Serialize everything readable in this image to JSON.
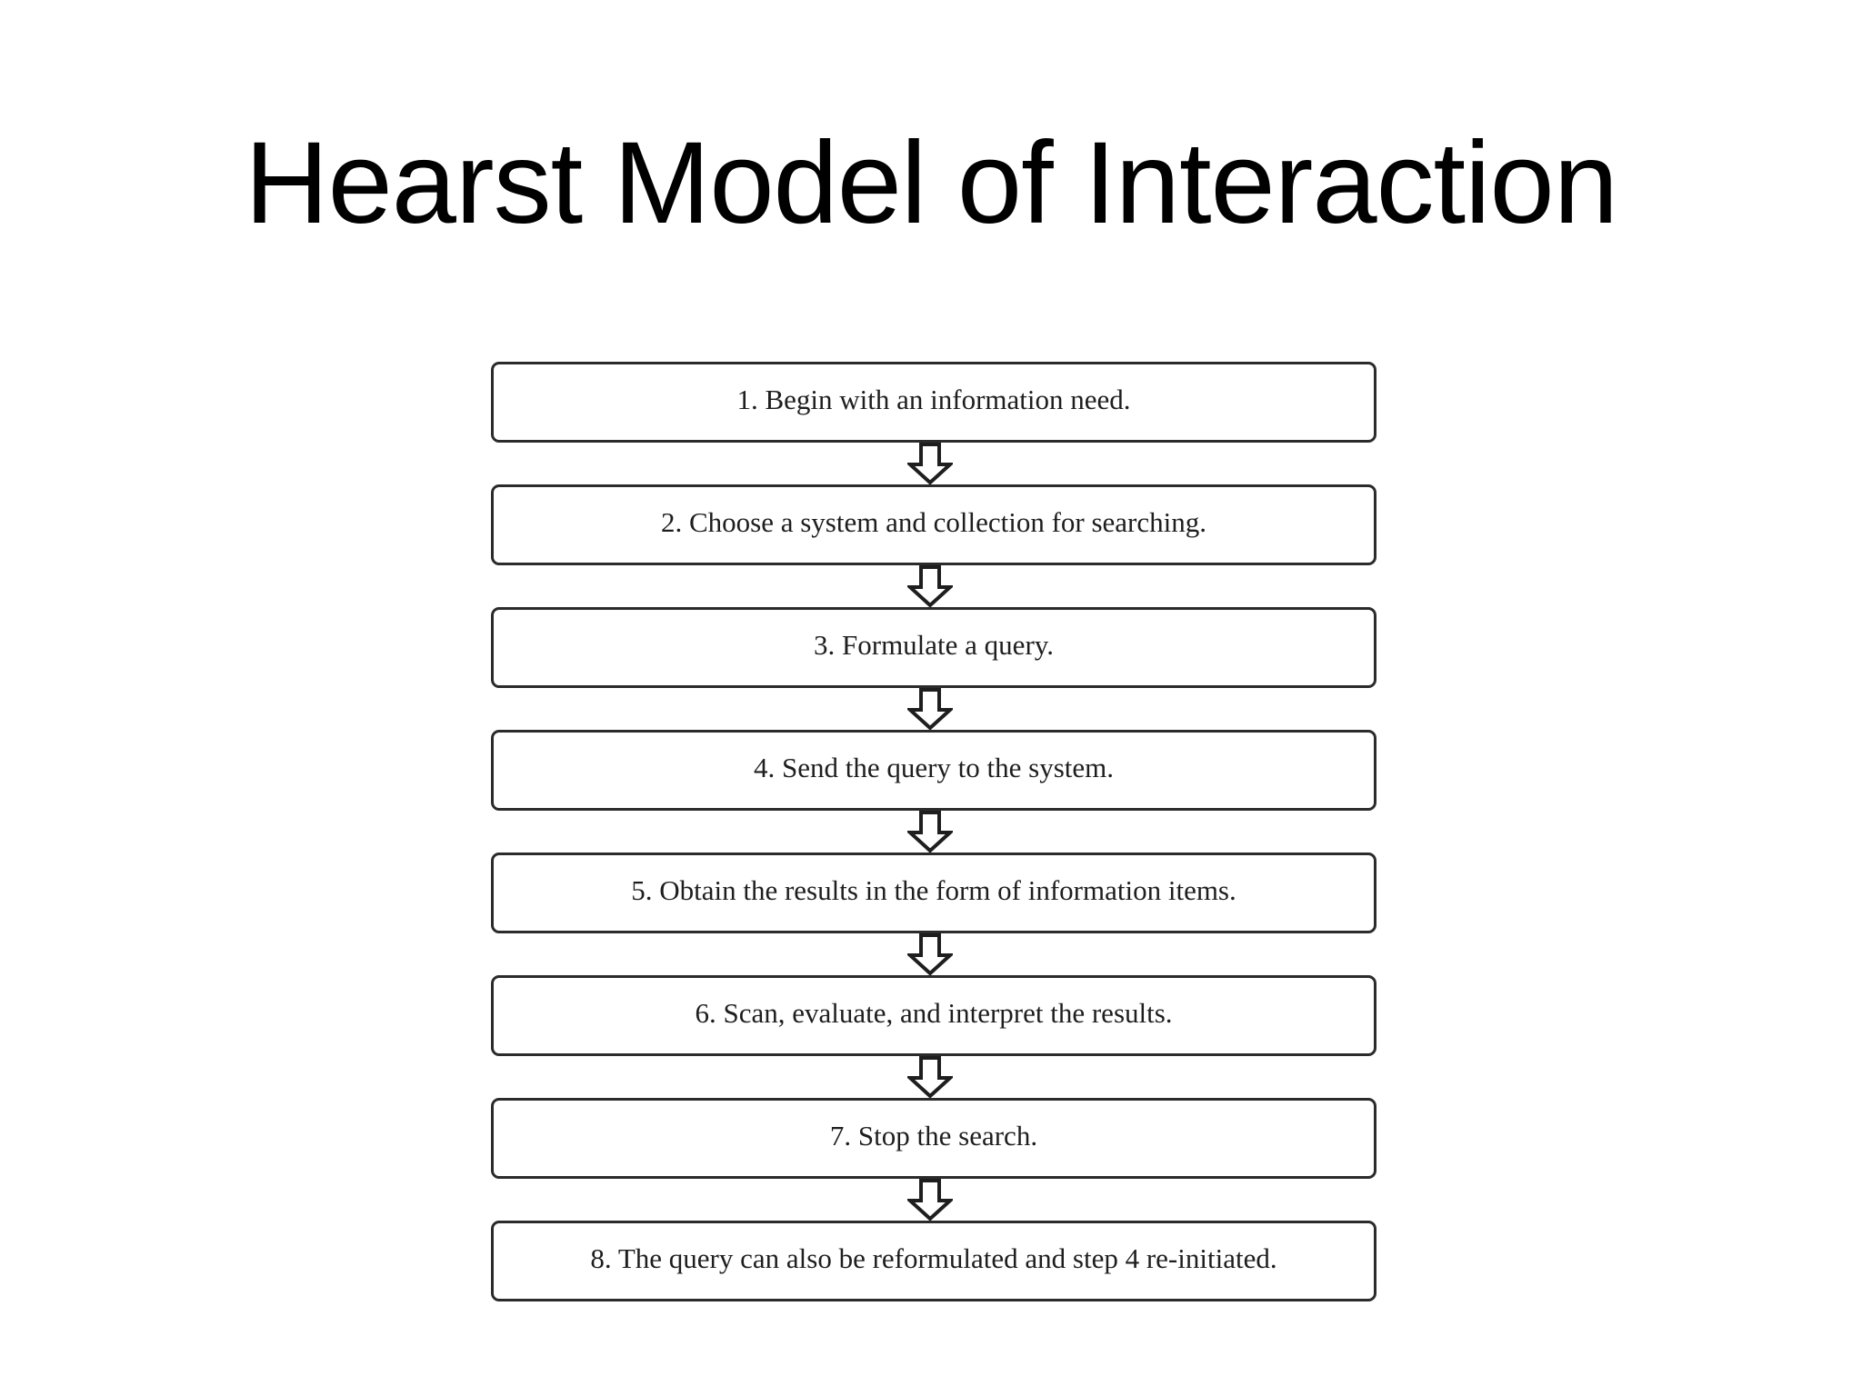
{
  "slide": {
    "title": "Hearst Model of Interaction",
    "background_color": "#ffffff",
    "title_color": "#000000"
  },
  "flowchart": {
    "type": "vertical-flowchart",
    "box_border_color": "#2b2b2b",
    "box_fill_color": "#ffffff",
    "text_color": "#1e1e1e",
    "connector": "hollow-block-arrow-down",
    "steps": [
      {
        "number": "1",
        "text": "1. Begin with an information need."
      },
      {
        "number": "2",
        "text": "2. Choose a system and collection for searching."
      },
      {
        "number": "3",
        "text": "3. Formulate a query."
      },
      {
        "number": "4",
        "text": "4. Send the query to the system."
      },
      {
        "number": "5",
        "text": "5. Obtain the results in the form of information items."
      },
      {
        "number": "6",
        "text": "6. Scan, evaluate, and interpret the results."
      },
      {
        "number": "7",
        "text": "7. Stop the search."
      },
      {
        "number": "8",
        "text": "8. The query can also be reformulated and step 4 re-initiated."
      }
    ]
  }
}
